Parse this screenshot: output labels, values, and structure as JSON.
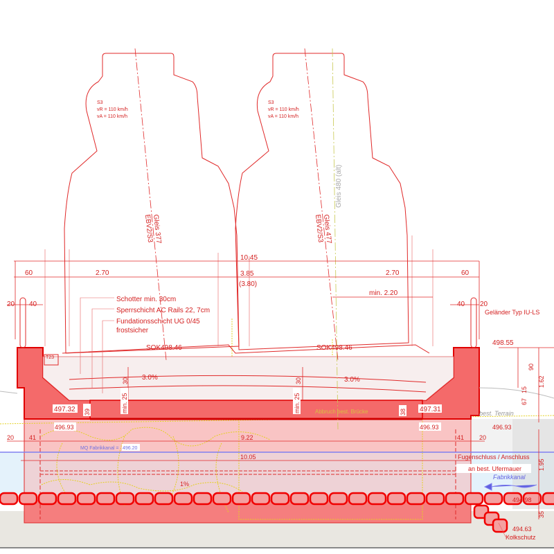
{
  "tracks": [
    {
      "profile": "S3",
      "vr": "vR = 110 km/h",
      "va": "vA = 110 km/h",
      "name": "Gleis 377",
      "type": "EBV2/S3",
      "sok": "SOK498.46"
    },
    {
      "profile": "S3",
      "vr": "vR = 110 km/h",
      "va": "vA = 110 km/h",
      "name": "Gleis 477",
      "type": "EBV2/S3",
      "sok": "SOK498.46"
    }
  ],
  "old_track": "Gleis 480 (alt)",
  "dimensions": {
    "total_width": "10.45",
    "mid": "3.85",
    "mid_alt": "(3.80)",
    "left_edge": "60",
    "left_span": "2.70",
    "right_span": "2.70",
    "right_edge": "60",
    "min_clear": "min. 2.20",
    "left_40": "40",
    "left_20": "20",
    "right_40": "40",
    "right_20": "20",
    "ballast_left": "30",
    "ballast_right": "30",
    "min25_left": "min. 25",
    "min25_right": "min. 25",
    "slope_left": "3.0%",
    "slope_right": "3.0%",
    "thick_left": "39",
    "thick_right": "38",
    "inner_width": "9.22",
    "outer_width": "10.05",
    "w41_left": "41",
    "w41_right": "41",
    "w20_left": "20",
    "w20_right": "20",
    "h90": "90",
    "h162": "1.62",
    "h67": "67",
    "h15": "15",
    "h195": "1.95",
    "h35": "35",
    "bottom_slope": "1%"
  },
  "levels": {
    "top_wall": "498.55",
    "left_slab": "497.32",
    "right_slab": "497.31",
    "bottom_left": "496.93",
    "bottom_right": "496.93",
    "bottom_far": "496.93",
    "water_bottom": "494.98",
    "kolk": "494.63"
  },
  "labels": {
    "schotter": "Schotter min. 30cm",
    "sperrschicht": "Sperrschicht AC Rails 22, 7cm",
    "fundation1": "Fundationsschicht UG 0/45",
    "fundation2": "frostsicher",
    "gelaender": "Geländer Typ IU-LS",
    "terrain": "best. Terrain",
    "mq_label": "MQ Fabrikkanal = ",
    "mq_value": "496.20",
    "fugen1": "Fugenschluss / Anschluss",
    "fugen2": "an best. Ufermauer",
    "canal": "Fabrikkanal",
    "kolkschutz": "Kolkschutz",
    "t23": "T23",
    "abbruch": "Abbruch best. Brücke"
  },
  "colors": {
    "concrete": "#f46a6a",
    "pink": "#f9c4c4",
    "line": "#e02828",
    "water": "#8080f0",
    "existing": "#e4d020"
  }
}
